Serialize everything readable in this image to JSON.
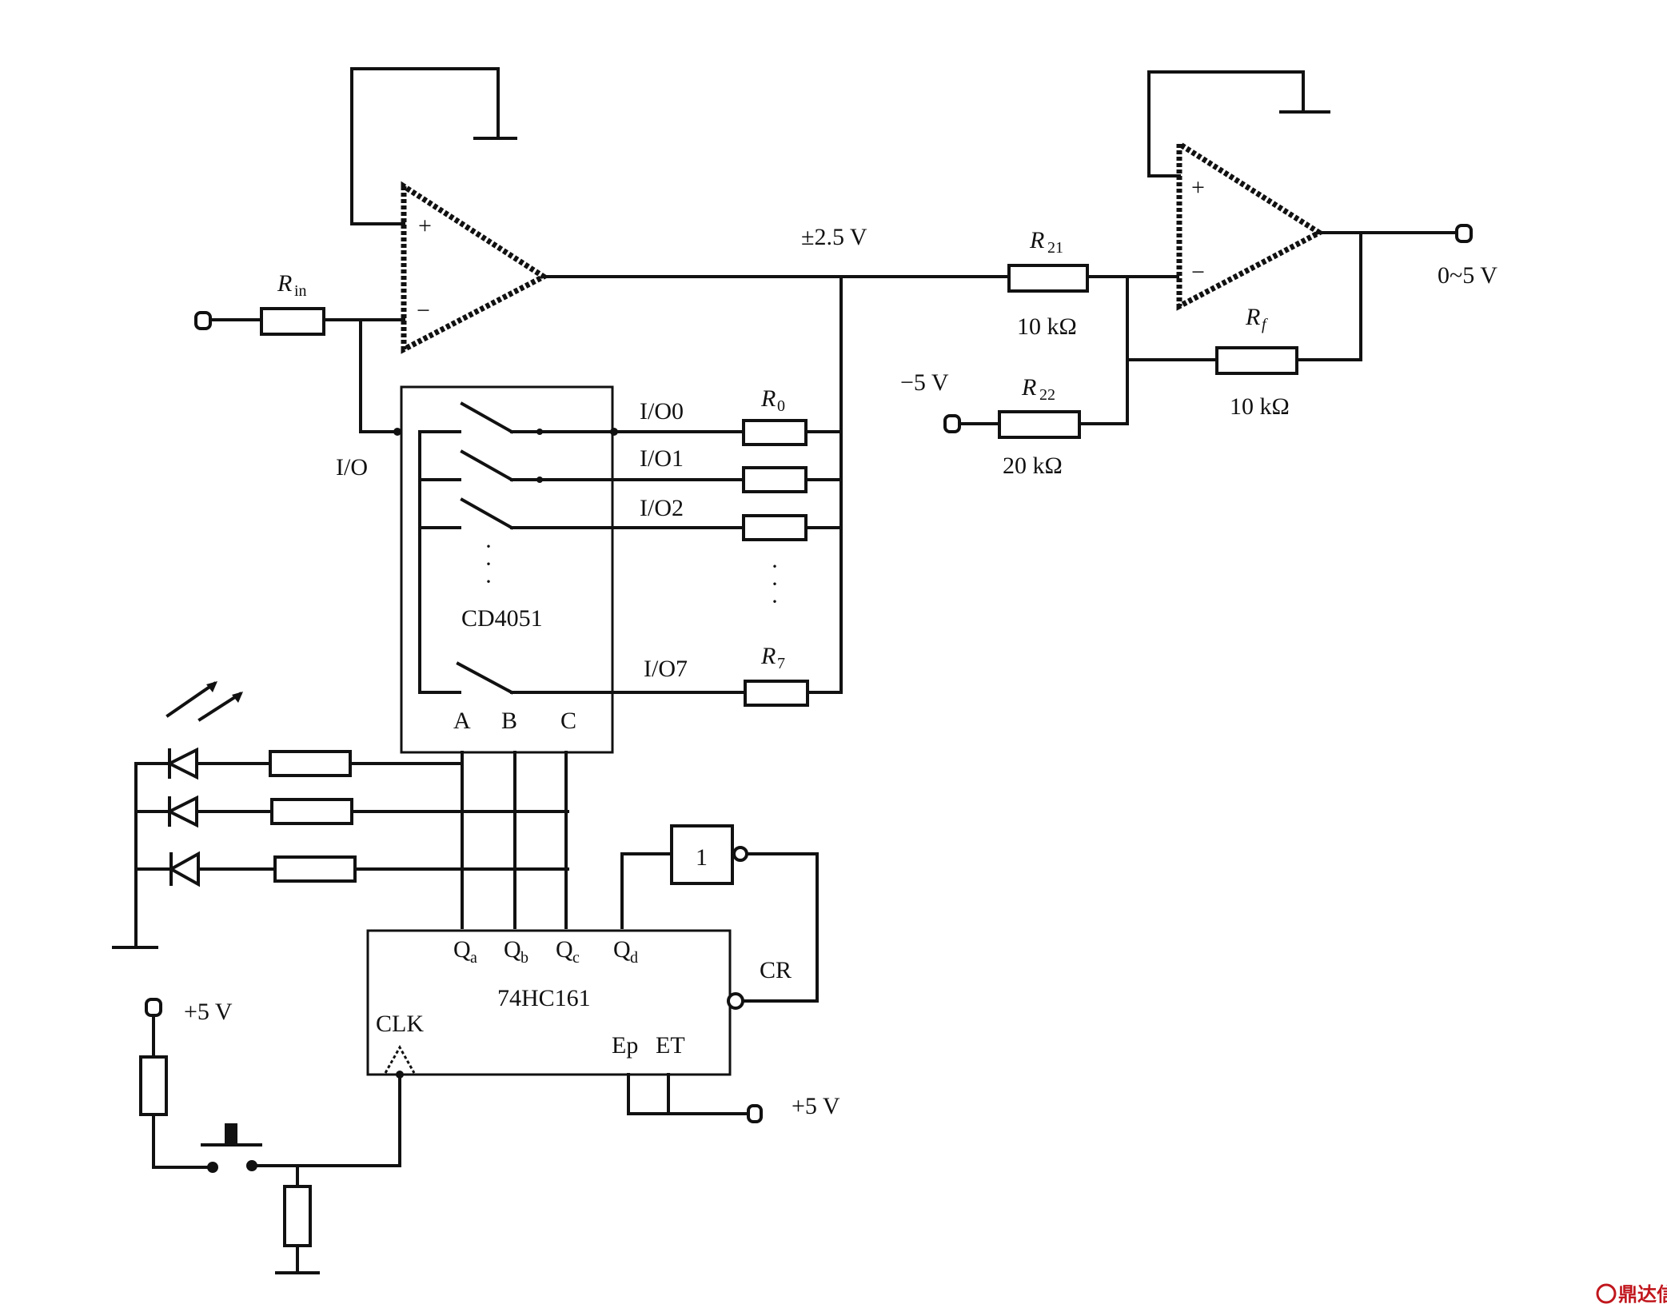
{
  "opamp1": {
    "plus": "+",
    "minus": "−"
  },
  "opamp2": {
    "plus": "+",
    "minus": "−"
  },
  "labels": {
    "rin_main": "R",
    "rin_sub": "in",
    "v_mid": "±2.5 V",
    "r21_main": "R",
    "r21_sub": "21",
    "r21_val": "10 kΩ",
    "rf_main": "R",
    "rf_sub": "f",
    "rf_val": "10 kΩ",
    "r22_main": "R",
    "r22_sub": "22",
    "r22_val": "20 kΩ",
    "neg5": "−5 V",
    "out": "0~5 V",
    "io": "I/O",
    "io0": "I/O0",
    "io1": "I/O1",
    "io2": "I/O2",
    "io7": "I/O7",
    "r0_main": "R",
    "r0_sub": "0",
    "r7_main": "R",
    "r7_sub": "7",
    "dots": "·",
    "mux": "CD4051",
    "a": "A",
    "b": "B",
    "c": "C",
    "qa": "Q",
    "qa_sub": "a",
    "qb": "Q",
    "qb_sub": "b",
    "qc": "Q",
    "qc_sub": "c",
    "qd": "Q",
    "qd_sub": "d",
    "counter": "74HC161",
    "cr": "CR",
    "clk": "CLK",
    "ep": "Ep",
    "et": "ET",
    "vcc1": "+5 V",
    "vcc2": "+5 V",
    "inv": "1"
  },
  "watermark": "鼎达信"
}
